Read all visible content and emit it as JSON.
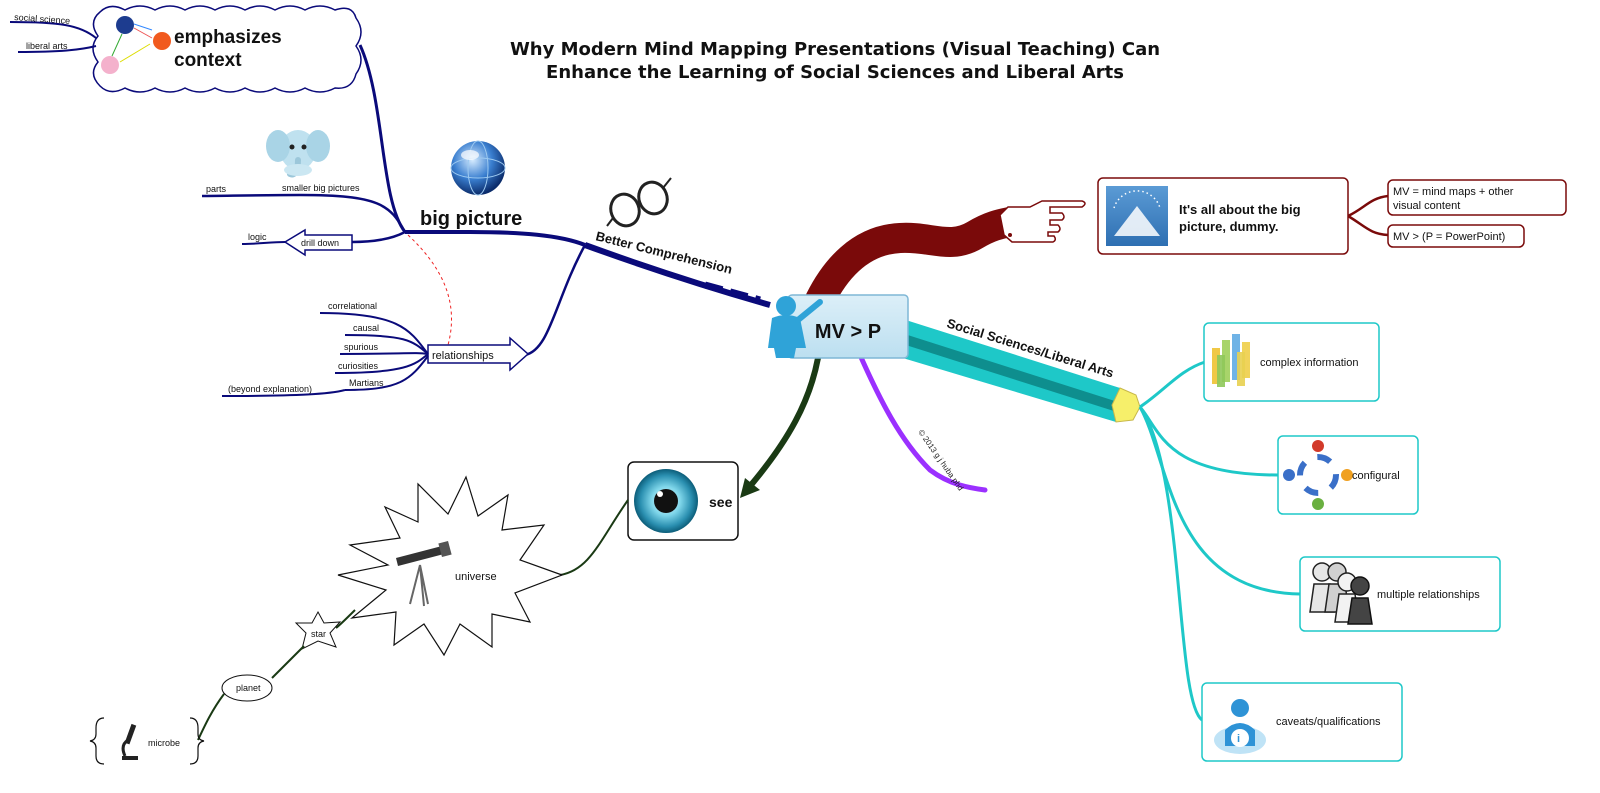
{
  "title": {
    "line1": "Why Modern Mind Mapping Presentations (Visual Teaching) Can",
    "line2": "Enhance the Learning of Social Sciences and Liberal Arts"
  },
  "center": {
    "label": "MV > P"
  },
  "copyright": "© 2013 g j huba phd",
  "branches": {
    "better": {
      "label": "Better Comprehension"
    },
    "big_picture": {
      "label": "big picture",
      "emphasizes": {
        "line1": "emphasizes",
        "line2": "context"
      },
      "emph_subs": [
        "social science",
        "liberal arts"
      ],
      "smaller": "smaller big pictures",
      "parts": "parts",
      "drill_down": "drill down",
      "logic": "logic",
      "relationships": "relationships",
      "rel_items": [
        "correlational",
        "causal",
        "spurious",
        "curiosities",
        "Martians",
        "(beyond explanation)"
      ]
    },
    "hand": {
      "main_line1": "It's all about the big",
      "main_line2": "picture, dummy.",
      "sub1_line1": "MV = mind maps + other",
      "sub1_line2": "visual content",
      "sub2": "MV > (P = PowerPoint)"
    },
    "social": {
      "label": "Social Sciences/Liberal Arts",
      "items": [
        "complex information",
        "configural",
        "multiple relationships",
        "caveats/qualifications"
      ]
    },
    "see": {
      "label": "see",
      "universe": "universe",
      "star": "star",
      "planet": "planet",
      "microbe": "microbe"
    }
  },
  "colors": {
    "navy": "#0a0a7a",
    "maroon": "#7a0a0a",
    "teal": "#1ec8c8",
    "dark_green": "#1a3a14",
    "purple": "#9b30ff"
  },
  "icons": [
    "elephant-icon",
    "globe-icon",
    "glasses-icon",
    "pointing-hand-icon",
    "mountain-logo-icon",
    "presenter-icon",
    "chart-3d-icon",
    "people-circle-icon",
    "people-group-icon",
    "info-person-icon",
    "eye-icon",
    "telescope-icon",
    "microscope-icon",
    "pencil-tip-icon"
  ]
}
